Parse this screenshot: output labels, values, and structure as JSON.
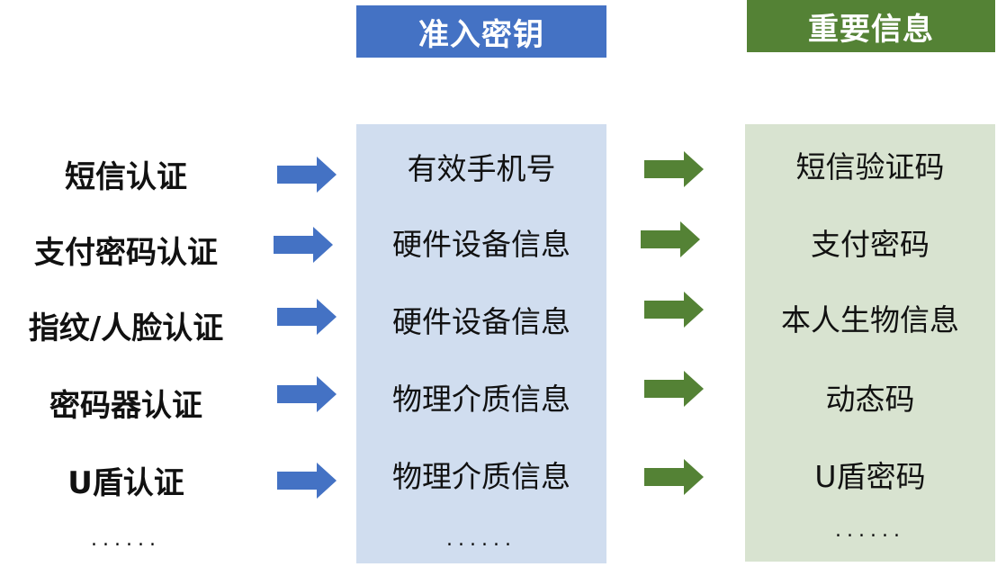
{
  "headers": {
    "key": "准入密钥",
    "info": "重要信息"
  },
  "rows": [
    {
      "method": "短信认证",
      "key": "有效手机号",
      "info": "短信验证码"
    },
    {
      "method": "支付密码认证",
      "key": "硬件设备信息",
      "info": "支付密码"
    },
    {
      "method": "指纹/人脸认证",
      "key": "硬件设备信息",
      "info": "本人生物信息"
    },
    {
      "method": "密码器认证",
      "key": "物理介质信息",
      "info": "动态码"
    },
    {
      "method": "U盾认证",
      "key": "物理介质信息",
      "info": "U盾密码"
    },
    {
      "method": "......",
      "key": "......",
      "info": "......"
    }
  ],
  "colors": {
    "key_header": "#4472c4",
    "info_header": "#548235",
    "key_panel": "#d0ddef",
    "info_panel": "#d8e3d0",
    "blue_arrow": "#4472c4",
    "green_arrow": "#548235"
  },
  "icons": {
    "method_to_key": "right-arrow-icon",
    "key_to_info": "right-arrow-icon"
  }
}
